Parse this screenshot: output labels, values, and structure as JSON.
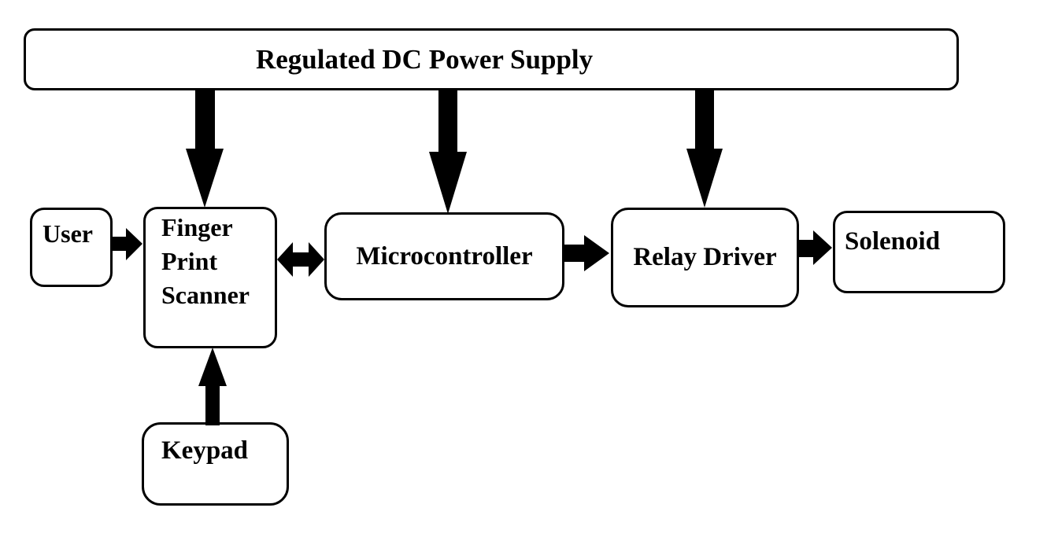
{
  "colors": {
    "ink": "#000000",
    "background": "#ffffff",
    "node_fill": "#ffffff"
  },
  "diagram": {
    "type": "block-diagram",
    "nodes": {
      "power_supply": {
        "label": "Regulated DC Power Supply"
      },
      "user": {
        "label": "User"
      },
      "fingerprint_scanner": {
        "label": "Finger Print Scanner",
        "lines": [
          "Finger",
          "Print",
          "Scanner"
        ]
      },
      "microcontroller": {
        "label": "Microcontroller"
      },
      "relay_driver": {
        "label": "Relay Driver"
      },
      "solenoid": {
        "label": "Solenoid"
      },
      "keypad": {
        "label": "Keypad"
      }
    },
    "connections": [
      {
        "from": "power_supply",
        "to": "fingerprint_scanner",
        "direction": "down"
      },
      {
        "from": "power_supply",
        "to": "microcontroller",
        "direction": "down"
      },
      {
        "from": "power_supply",
        "to": "relay_driver",
        "direction": "down"
      },
      {
        "from": "user",
        "to": "fingerprint_scanner",
        "direction": "right"
      },
      {
        "from": "fingerprint_scanner",
        "to": "microcontroller",
        "direction": "bidirectional"
      },
      {
        "from": "microcontroller",
        "to": "relay_driver",
        "direction": "right"
      },
      {
        "from": "relay_driver",
        "to": "solenoid",
        "direction": "right"
      },
      {
        "from": "keypad",
        "to": "fingerprint_scanner",
        "direction": "up"
      }
    ]
  }
}
